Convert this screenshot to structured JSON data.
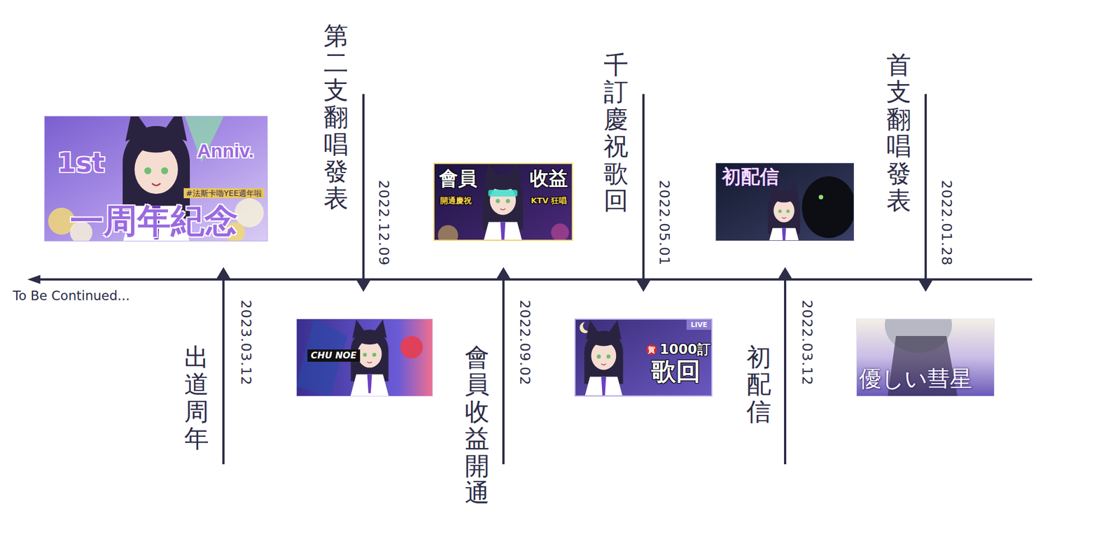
{
  "diagram": {
    "nodes": [
      {
        "text": [
          "1st",
          "Anniv.",
          "#法斯卡嚕YEE週年啦",
          "一周年紀念"
        ]
      },
      {
        "text": [
          "CHU NOE"
        ]
      },
      {
        "text": [
          "會員",
          "收益",
          "開通慶祝",
          "KTV 狂唱"
        ]
      },
      {
        "text": [
          "LIVE",
          "賀",
          "1000訂",
          "歌回"
        ]
      },
      {
        "text": [
          "初配信"
        ]
      },
      {
        "text": [
          "優しい彗星"
        ]
      }
    ],
    "labels": [
      "To Be Continued...",
      "出道周年",
      "2023.03.12",
      "第二支翻唱發表",
      "2022.12.09",
      "會員收益開通",
      "2022.09.02",
      "千訂慶祝歌回",
      "2022.05.01",
      "初配信",
      "2022.03.12",
      "首支翻唱發表",
      "2022.01.28"
    ]
  }
}
